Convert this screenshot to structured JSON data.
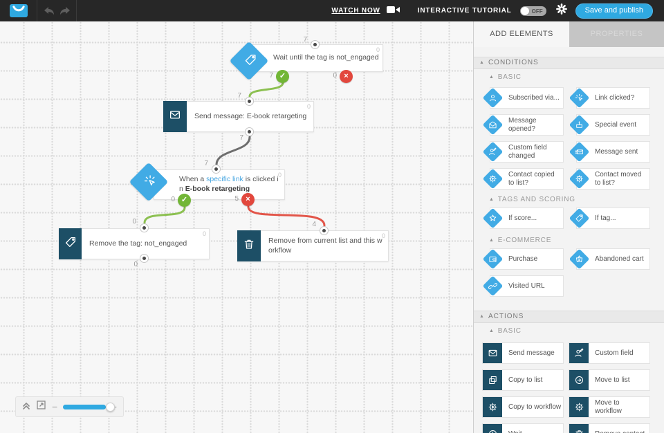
{
  "topbar": {
    "watch_now_label": "WATCH NOW",
    "tutorial_label": "INTERACTIVE TUTORIAL",
    "tutorial_toggle_state": "OFF",
    "save_button_label": "Save and publish"
  },
  "colors": {
    "accent_blue": "#2fa9e1",
    "condition_blue": "#41abe5",
    "action_teal": "#1d4f66",
    "success_green": "#72b636",
    "error_red": "#e2473d"
  },
  "sidebar": {
    "tabs": [
      {
        "label": "ADD ELEMENTS"
      },
      {
        "label": "PROPERTIES"
      }
    ],
    "conditions": {
      "title": "CONDITIONS",
      "basic": {
        "title": "BASIC",
        "items": [
          {
            "label": "Subscribed via...",
            "icon": "person",
            "name": "subscribed-via"
          },
          {
            "label": "Link clicked?",
            "icon": "click",
            "name": "link-clicked"
          },
          {
            "label": "Message opened?",
            "icon": "envelope-open",
            "name": "message-opened"
          },
          {
            "label": "Special event",
            "icon": "cake",
            "name": "special-event"
          },
          {
            "label": "Custom field changed",
            "icon": "person-edit",
            "name": "custom-field-changed"
          },
          {
            "label": "Message sent",
            "icon": "envelope-sent",
            "name": "message-sent"
          },
          {
            "label": "Contact copied to list?",
            "icon": "gear-plus",
            "name": "contact-copied-to-list"
          },
          {
            "label": "Contact moved to list?",
            "icon": "gear-arrow",
            "name": "contact-moved-to-list"
          }
        ]
      },
      "tags_and_scoring": {
        "title": "TAGS AND SCORING",
        "items": [
          {
            "label": "If score...",
            "icon": "star",
            "name": "if-score"
          },
          {
            "label": "If tag...",
            "icon": "tag",
            "name": "if-tag"
          }
        ]
      },
      "ecommerce": {
        "title": "E-COMMERCE",
        "items": [
          {
            "label": "Purchase",
            "icon": "wallet",
            "name": "purchase"
          },
          {
            "label": "Abandoned cart",
            "icon": "basket",
            "name": "abandoned-cart"
          },
          {
            "label": "Visited URL",
            "icon": "link",
            "name": "visited-url"
          }
        ]
      }
    },
    "actions": {
      "title": "ACTIONS",
      "basic": {
        "title": "BASIC",
        "items": [
          {
            "label": "Send message",
            "icon": "envelope",
            "name": "send-message"
          },
          {
            "label": "Custom field",
            "icon": "person-edit",
            "name": "custom-field"
          },
          {
            "label": "Copy to list",
            "icon": "copy",
            "name": "copy-to-list"
          },
          {
            "label": "Move to list",
            "icon": "move-circle",
            "name": "move-to-list"
          },
          {
            "label": "Copy to workflow",
            "icon": "gear-play",
            "name": "copy-to-workflow"
          },
          {
            "label": "Move to workflow",
            "icon": "gear-arrow",
            "name": "move-to-workflow"
          },
          {
            "label": "Wait",
            "icon": "clock",
            "name": "wait"
          },
          {
            "label": "Remove contact",
            "icon": "trash",
            "name": "remove-contact"
          }
        ]
      }
    }
  },
  "canvas": {
    "nodes": {
      "wait_tag": {
        "text": "Wait until the tag is not_engaged",
        "in_count": "7",
        "corner_count": "0",
        "yes_count": "7",
        "no_count": "0"
      },
      "send_message": {
        "text": "Send message: E-book retargeting",
        "in_count": "7",
        "corner_count": "0",
        "out_count": "7"
      },
      "link_clicked": {
        "p1": "When a ",
        "link_text": "specific link",
        "p2": " is clicked in ",
        "bold_text": "E-book retargeting",
        "in_count": "7",
        "corner_count": "0",
        "yes_count": "0",
        "no_count": "5"
      },
      "remove_tag": {
        "text": "Remove the tag: not_engaged",
        "in_count": "0",
        "corner_count": "0",
        "out_count": "0"
      },
      "remove_contact": {
        "text": "Remove from current list and this workflow",
        "in_count": "4",
        "corner_count": "0"
      }
    }
  },
  "zoom_control": {
    "zoom_out": "−",
    "zoom_in": "+"
  }
}
